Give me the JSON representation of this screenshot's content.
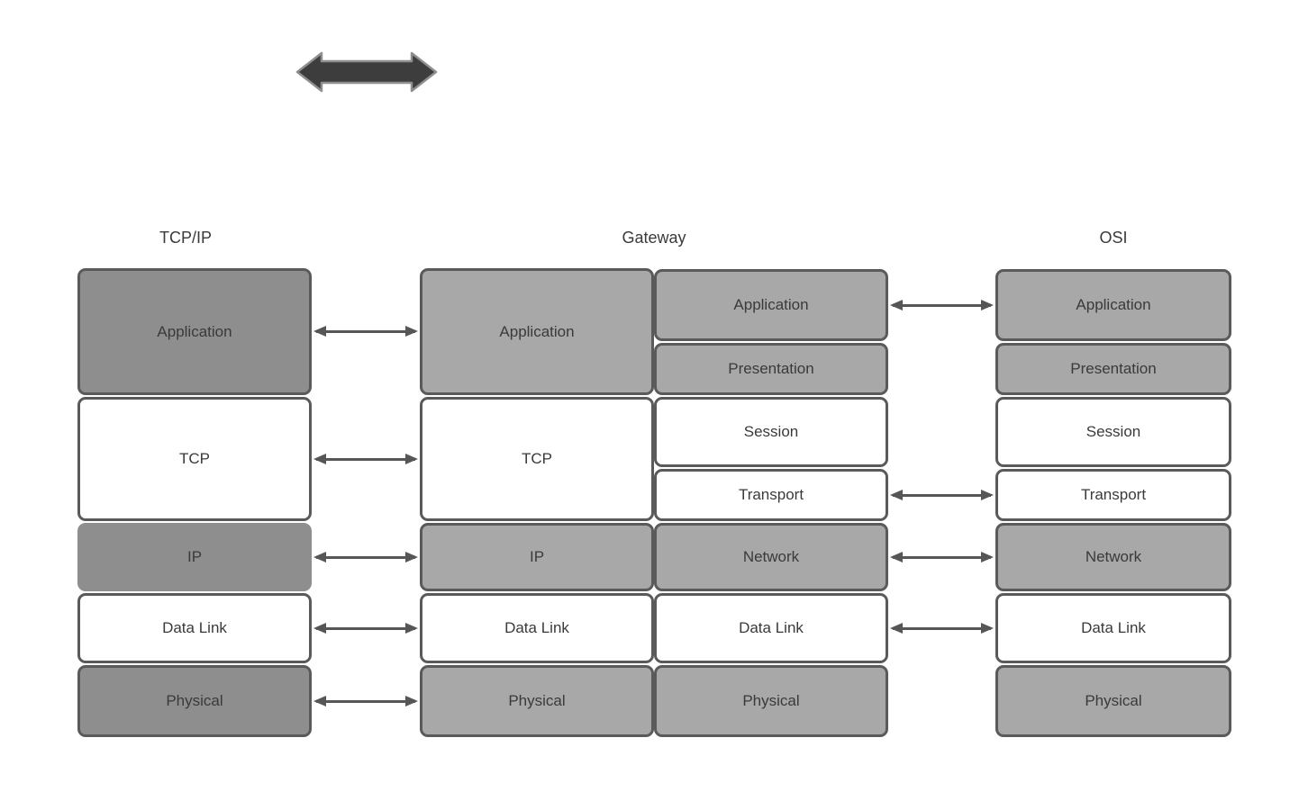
{
  "headers": {
    "tcpip": "TCP/IP",
    "gateway": "Gateway",
    "osi": "OSI"
  },
  "stacks": {
    "tcpip": {
      "rows": [
        {
          "label": "Application"
        },
        {
          "label": "TCP"
        },
        {
          "label": "IP"
        },
        {
          "label": "Data Link"
        },
        {
          "label": "Physical"
        }
      ]
    },
    "gateway_left": {
      "rows": [
        {
          "label": "Application"
        },
        {
          "label": "TCP"
        },
        {
          "label": "IP"
        },
        {
          "label": "Data Link"
        },
        {
          "label": "Physical"
        }
      ]
    },
    "gateway_right": {
      "rows": [
        {
          "label": "Application"
        },
        {
          "label": "Presentation"
        },
        {
          "label": "Session"
        },
        {
          "label": "Transport"
        },
        {
          "label": "Network"
        },
        {
          "label": "Data Link"
        },
        {
          "label": "Physical"
        }
      ]
    },
    "osi": {
      "rows": [
        {
          "label": "Application"
        },
        {
          "label": "Presentation"
        },
        {
          "label": "Session"
        },
        {
          "label": "Transport"
        },
        {
          "label": "Network"
        },
        {
          "label": "Data Link"
        },
        {
          "label": "Physical"
        }
      ]
    }
  },
  "icons": {
    "thick_double_arrow": "double-headed-arrow"
  },
  "colors": {
    "bg": "#ffffff",
    "dark-gray": "#8e8e8e",
    "light-gray": "#a8a8a8",
    "border": "#5a5a5a",
    "line": "#565656",
    "text": "#3a3a3a",
    "thick-fill": "#3d3d3d",
    "thick-stroke": "#8f8f8f"
  }
}
